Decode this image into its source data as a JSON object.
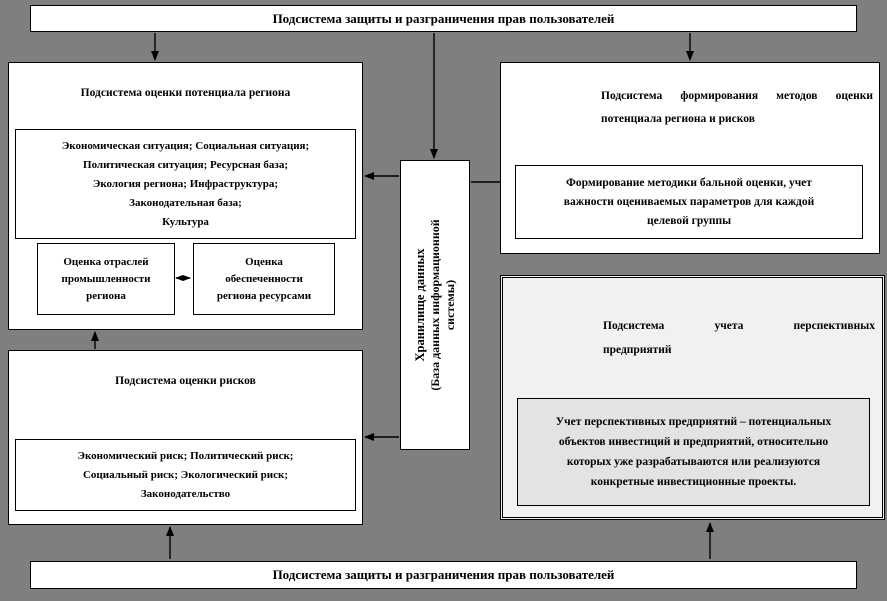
{
  "colors": {
    "background": "#7f7f7f",
    "box_fill": "#ffffff",
    "enterprises_fill": "#f1f1f1",
    "enterprises_inner_fill": "#e3e3e3",
    "line": "#000000"
  },
  "diagram": {
    "top_bar": {
      "label": "Подсистема защиты и разграничения прав пользователей"
    },
    "bottom_bar": {
      "label": "Подсистема защиты и разграничения прав пользователей"
    },
    "region_potential": {
      "title": "Подсистема оценки потенциала региона",
      "factors_lines": [
        "Экономическая ситуация; Социальная ситуация;",
        "Политическая ситуация; Ресурсная база;",
        "Экология региона; Инфраструктура;",
        "Законодательная база;",
        "Культура"
      ],
      "industry_box_lines": [
        "Оценка отраслей",
        "промышленности",
        "региона"
      ],
      "resources_box_lines": [
        "Оценка",
        "обеспеченности",
        "региона ресурсами"
      ]
    },
    "risk_assessment": {
      "title": "Подсистема оценки рисков",
      "risk_lines": [
        "Экономический риск; Политический риск;",
        "Социальный риск; Экологический риск;",
        "Законодательство"
      ]
    },
    "data_storage": {
      "line1": "Хранилище данных",
      "line2": "(База данных информационной системы)"
    },
    "methods": {
      "title_lines": [
        "Подсистема формирования методов оценки",
        "потенциала региона и рисков"
      ],
      "body_lines": [
        "Формирование методики бальной оценки, учет",
        "важности оцениваемых параметров для каждой",
        "целевой группы"
      ]
    },
    "enterprises": {
      "title_lines": [
        "Подсистема учета перспективных",
        "предприятий"
      ],
      "body_lines": [
        "Учет перспективных предприятий – потенциальных",
        "объектов инвестиций и предприятий, относительно",
        "которых уже разрабатываются или реализуются",
        "конкретные инвестиционные проекты."
      ]
    }
  }
}
